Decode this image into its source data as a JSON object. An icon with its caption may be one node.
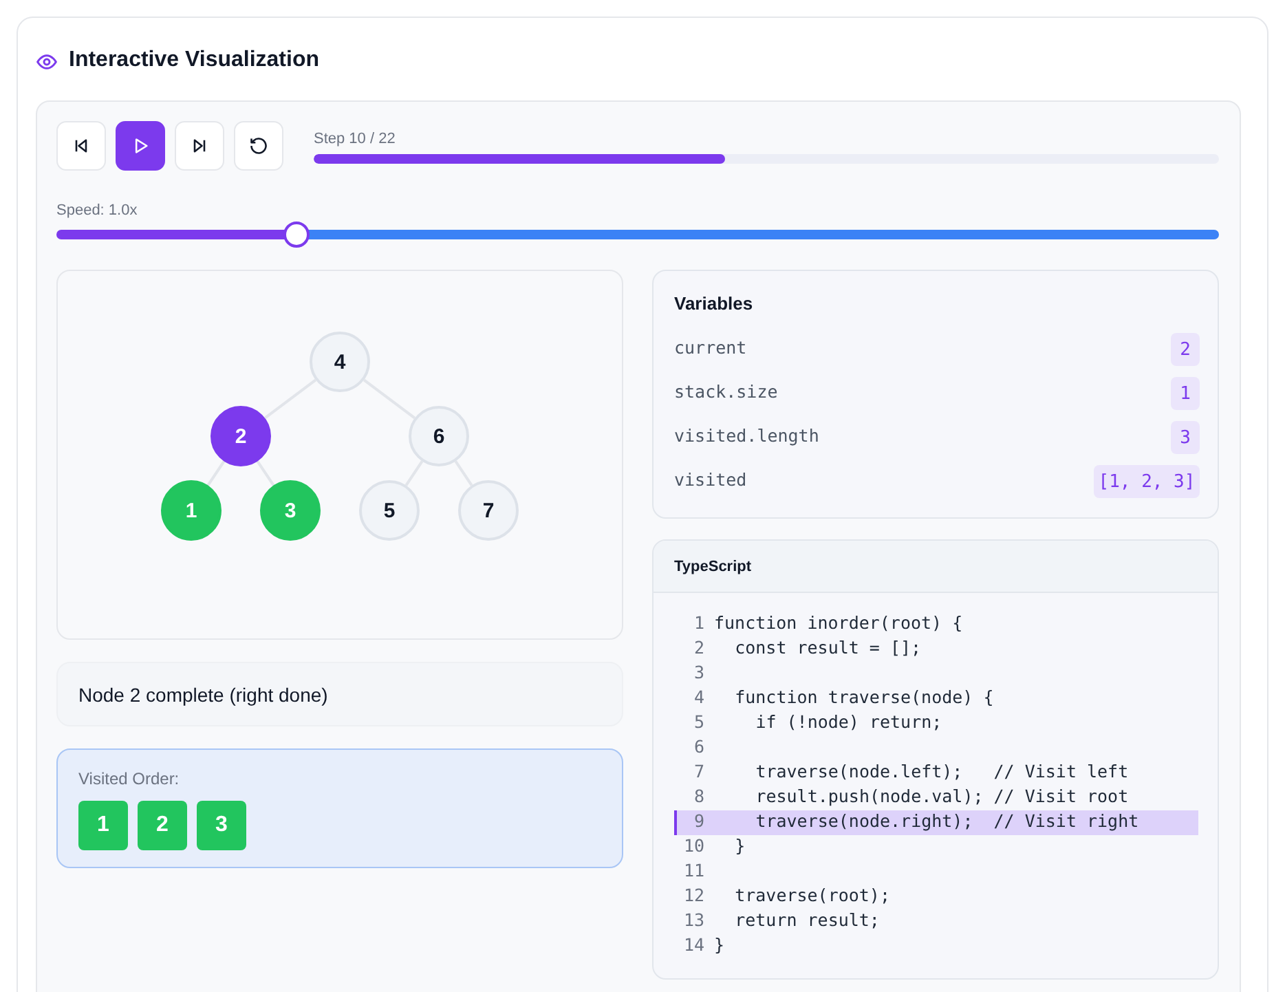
{
  "diagram": {
    "title": "Interactive Visualization",
    "nodes": [
      {
        "text": [
          "4"
        ]
      },
      {
        "text": [
          "2"
        ]
      },
      {
        "text": [
          "6"
        ]
      },
      {
        "text": [
          "1"
        ]
      },
      {
        "text": [
          "3"
        ]
      },
      {
        "text": [
          "5"
        ]
      },
      {
        "text": [
          "7"
        ]
      },
      {
        "text": [
          "Node 2 complete (right done)"
        ]
      },
      {
        "text": [
          "Visited Order:"
        ]
      },
      {
        "text": [
          "1"
        ],
        "in": 8
      },
      {
        "text": [
          "2"
        ],
        "in": 8
      },
      {
        "text": [
          "3"
        ],
        "in": 8
      },
      {
        "text": [
          "Variables"
        ]
      },
      {
        "text": [
          "2"
        ],
        "in": 12
      },
      {
        "text": [
          "1"
        ],
        "in": 12
      },
      {
        "text": [
          "3"
        ],
        "in": 12
      },
      {
        "text": [
          "[1, 2, 3]"
        ],
        "in": 12
      },
      {
        "text": [
          "TypeScript"
        ]
      }
    ],
    "edges": [
      {
        "from": 0,
        "to": 1,
        "arrow": "none"
      },
      {
        "from": 0,
        "to": 2,
        "arrow": "none"
      },
      {
        "from": 1,
        "to": 3,
        "arrow": "none"
      },
      {
        "from": 1,
        "to": 4,
        "arrow": "none"
      },
      {
        "from": 2,
        "to": 5,
        "arrow": "none"
      },
      {
        "from": 2,
        "to": 6,
        "arrow": "none"
      }
    ],
    "labels": [
      "Step 10 / 22",
      "Speed: 1.0x",
      "current",
      "stack.size",
      "visited.length",
      "visited",
      "1",
      "function inorder(root) {",
      "2",
      "const result = [];",
      "3",
      "4",
      "function traverse(node) {",
      "5",
      "if (!node) return;",
      "6",
      "7",
      "traverse(node.left);   // Visit left",
      "8",
      "result.push(node.val); // Visit root",
      "9",
      "traverse(node.right);  // Visit right",
      "10",
      "}",
      "11",
      "12",
      "traverse(root);",
      "13",
      "return result;",
      "14",
      "}"
    ]
  }
}
